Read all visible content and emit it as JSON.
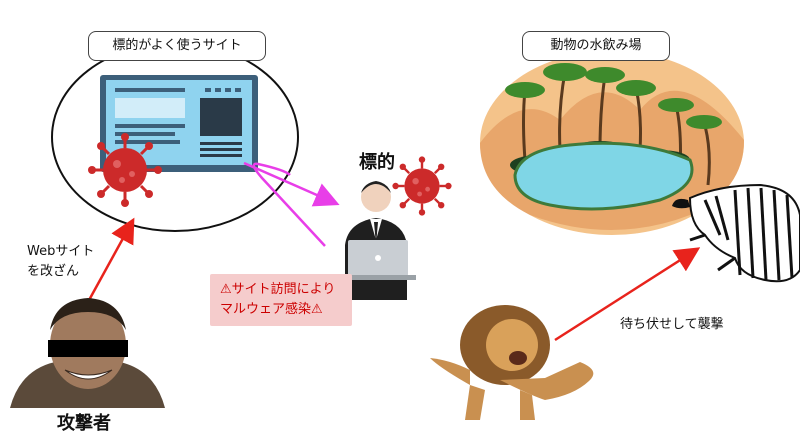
{
  "left_scene": {
    "title": "標的がよく使うサイト",
    "website_hack_label_line1": "Webサイト",
    "website_hack_label_line2": "を改ざん",
    "attacker_label": "攻撃者",
    "target_label": "標的",
    "warning_line1": "⚠サイト訪問により",
    "warning_line2": "マルウェア感染⚠"
  },
  "right_scene": {
    "title": "動物の水飲み場",
    "ambush_label": "待ち伏せして襲撃"
  },
  "colors": {
    "attack_arrow": "#e8231c",
    "infection_arrow": "#e83ee8",
    "virus": "#cc2a2a",
    "monitor_frame": "#3c5f7a",
    "monitor_screen": "#8fd3ef",
    "pond": "#7fd6e6",
    "warning_bg": "#f5cccc",
    "warning_text": "#cc0000"
  }
}
